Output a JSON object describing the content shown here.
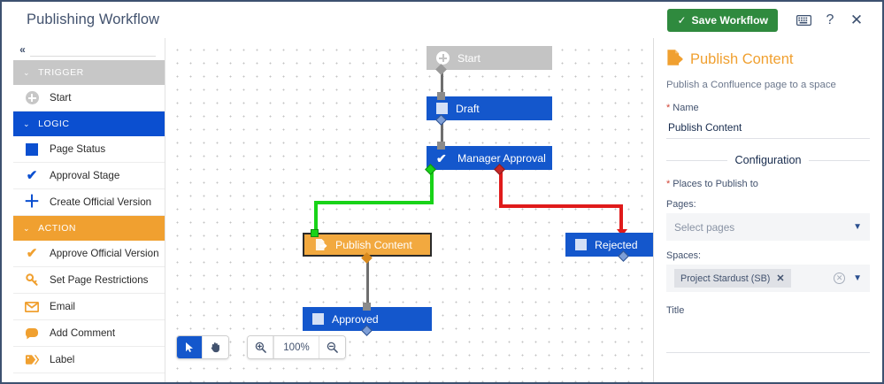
{
  "header": {
    "title": "Publishing Workflow",
    "save_label": "Save Workflow",
    "save_check": "✓",
    "keyboard_icon": "keyboard-icon",
    "help_label": "?",
    "close_label": "✕",
    "save_color": "#2f8a3e"
  },
  "sidebar": {
    "collapse_label": "«",
    "search_placeholder": "",
    "sections": [
      {
        "key": "trigger",
        "label": "TRIGGER",
        "chevron": "⌄",
        "color": "#c7c7c7",
        "items": [
          {
            "label": "Start",
            "icon": "plus-circle-icon"
          }
        ]
      },
      {
        "key": "logic",
        "label": "LOGIC",
        "chevron": "⌄",
        "color": "#0b4fd0",
        "items": [
          {
            "label": "Page Status",
            "icon": "square-icon"
          },
          {
            "label": "Approval Stage",
            "icon": "check-icon"
          },
          {
            "label": "Create Official Version",
            "icon": "plus-icon"
          }
        ]
      },
      {
        "key": "action",
        "label": "ACTION",
        "chevron": "⌄",
        "color": "#f0a030",
        "items": [
          {
            "label": "Approve Official Version",
            "icon": "check-icon"
          },
          {
            "label": "Set Page Restrictions",
            "icon": "key-icon"
          },
          {
            "label": "Email",
            "icon": "envelope-icon"
          },
          {
            "label": "Add Comment",
            "icon": "comment-icon"
          },
          {
            "label": "Label",
            "icon": "tag-icon"
          }
        ]
      }
    ]
  },
  "canvas": {
    "nodes": [
      {
        "id": "start",
        "label": "Start",
        "icon": "plus-circle-icon",
        "style": "grey",
        "selected": false
      },
      {
        "id": "draft",
        "label": "Draft",
        "icon": "square-icon",
        "style": "blue",
        "selected": false
      },
      {
        "id": "manager-approval",
        "label": "Manager Approval",
        "icon": "check-icon",
        "style": "blue",
        "selected": false
      },
      {
        "id": "publish-content",
        "label": "Publish Content",
        "icon": "publish-doc-icon",
        "style": "orange",
        "selected": true
      },
      {
        "id": "rejected",
        "label": "Rejected",
        "icon": "square-icon",
        "style": "blue",
        "selected": false
      },
      {
        "id": "approved",
        "label": "Approved",
        "icon": "square-icon",
        "style": "blue",
        "selected": false
      }
    ],
    "edges": [
      {
        "from": "start",
        "to": "draft",
        "color": "#6e6e6e"
      },
      {
        "from": "draft",
        "to": "manager-approval",
        "color": "#6e6e6e"
      },
      {
        "from": "manager-approval",
        "to": "publish-content",
        "color": "#18d318"
      },
      {
        "from": "manager-approval",
        "to": "rejected",
        "color": "#e01b1b"
      },
      {
        "from": "publish-content",
        "to": "approved",
        "color": "#6e6e6e"
      }
    ],
    "toolbar": {
      "select_tool": "cursor-icon",
      "pan_tool": "hand-icon",
      "zoom_in": "zoom-in-icon",
      "zoom_out": "zoom-out-icon",
      "zoom_level": "100%"
    }
  },
  "panel": {
    "title": "Publish Content",
    "title_icon": "publish-doc-icon",
    "title_color": "#f0a030",
    "description": "Publish a Confluence page to a space",
    "name_label": "Name",
    "name_required": "*",
    "name_value": "Publish Content",
    "configuration_heading": "Configuration",
    "places_label": "Places to Publish to",
    "places_required": "*",
    "pages_label": "Pages:",
    "pages_placeholder": "Select pages",
    "spaces_label": "Spaces:",
    "spaces_tags": [
      {
        "label": "Project Stardust (SB)",
        "remove": "✕"
      }
    ],
    "clear_icon": "clear-circle-icon",
    "caret_icon": "chevron-down-icon",
    "title_label": "Title",
    "title_value": ""
  }
}
